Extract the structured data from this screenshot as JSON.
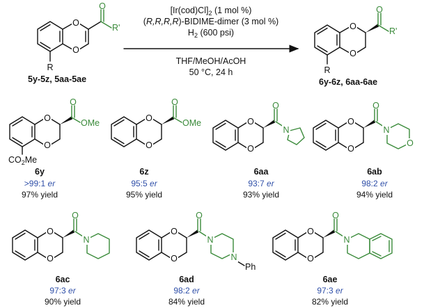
{
  "reaction": {
    "catalyst": "[Ir(cod)Cl]",
    "catalyst_sub": "2",
    "catalyst_tail": " (1 mol %)",
    "ligand_prefix": "(",
    "ligand_stereo": "R,R,R,R",
    "ligand_tail": ")-BIDIME-dimer (3 mol %)",
    "pressure_pre": "H",
    "pressure_sub": "2",
    "pressure_tail": " (600 psi)",
    "solvent": "THF/MeOH/AcOH",
    "temp_time": "50 °C, 24 h",
    "substrate_label": "5y-5z, 5aa-5ae",
    "product_label": "6y-6z, 6aa-6ae"
  },
  "atoms": {
    "O": "O",
    "R": "R",
    "R_prime": "R'",
    "N": "N",
    "OMe": "OMe",
    "CO2Me_pre": "CO",
    "CO2Me_sub": "2",
    "CO2Me_tail": "Me",
    "Ph": "Ph"
  },
  "products": [
    {
      "label": "6y",
      "er_value": ">99:1",
      "er_unit": "er",
      "yield": "97% yield"
    },
    {
      "label": "6z",
      "er_value": "95:5",
      "er_unit": "er",
      "yield": "95% yield"
    },
    {
      "label": "6aa",
      "er_value": "93:7",
      "er_unit": "er",
      "yield": "93% yield"
    },
    {
      "label": "6ab",
      "er_value": "98:2",
      "er_unit": "er",
      "yield": "94% yield"
    },
    {
      "label": "6ac",
      "er_value": "97:3",
      "er_unit": "er",
      "yield": "90% yield"
    },
    {
      "label": "6ad",
      "er_value": "98:2",
      "er_unit": "er",
      "yield": "84% yield"
    },
    {
      "label": "6ae",
      "er_value": "97:3",
      "er_unit": "er",
      "yield": "82% yield"
    }
  ]
}
